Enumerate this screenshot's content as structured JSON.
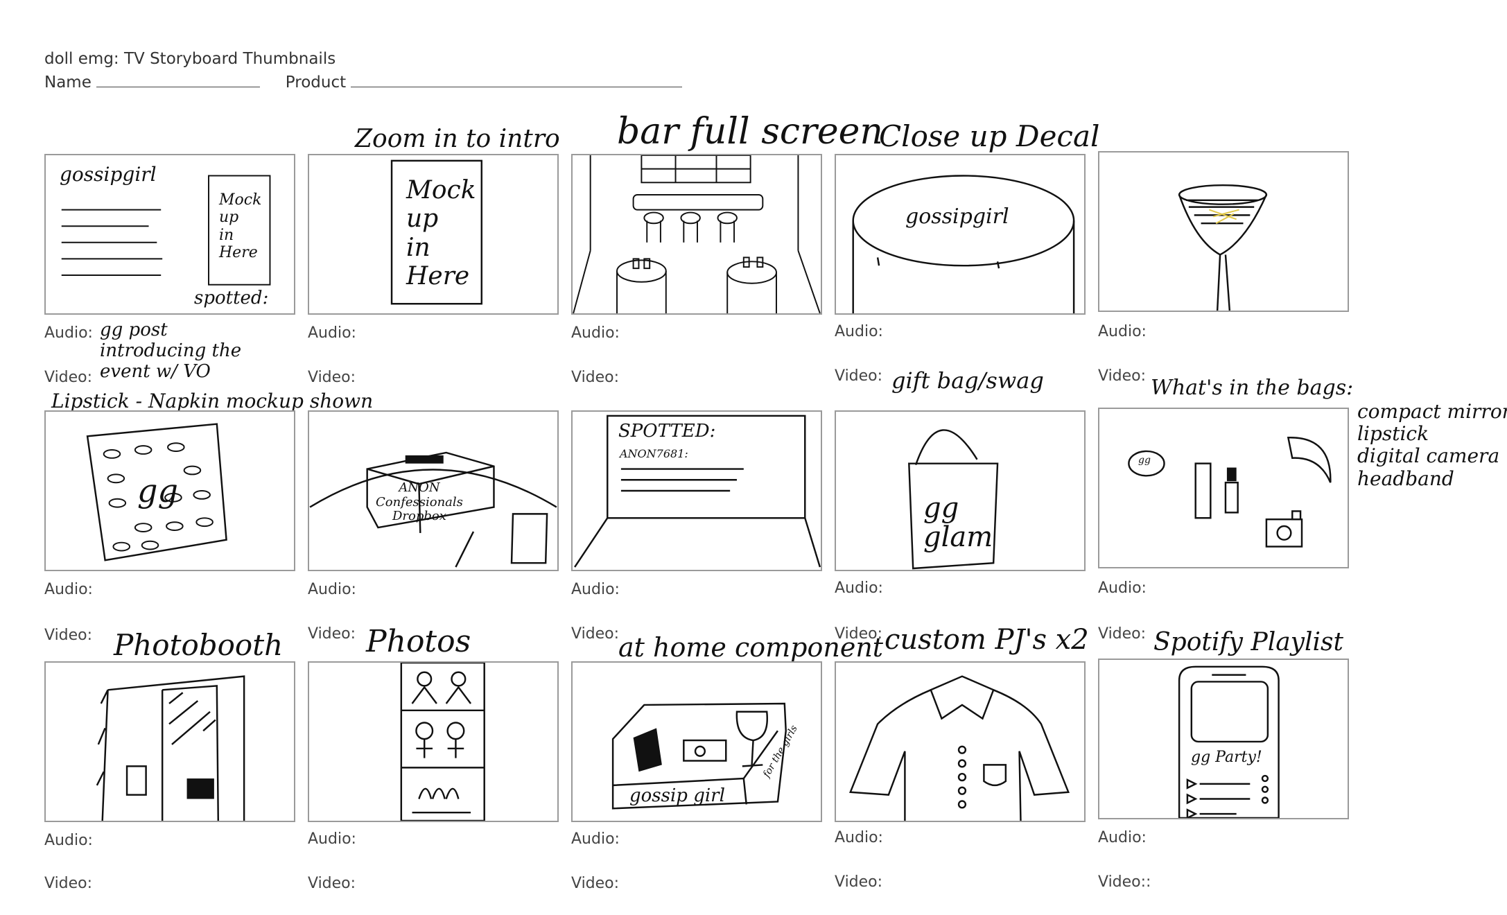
{
  "header": {
    "title": "doll emg: TV Storyboard Thumbnails",
    "name_label": "Name",
    "product_label": "Product"
  },
  "captions": {
    "f2": "Zoom in to intro",
    "f3": "bar full screen",
    "f4": "Close up Decal",
    "f6": "Lipstick - Napkin mockup shown",
    "f9": "gift bag/swag",
    "f10": "What's in the bags:",
    "f11": "Photobooth",
    "f12": "Photos",
    "f13": "at home component",
    "f14": "custom PJ's x2",
    "f15": "Spotify Playlist"
  },
  "notes": {
    "f1_audio": "gg post introducing the event w/ VO",
    "bag_items": [
      "compact mirror",
      "lipstick",
      "digital camera",
      "headband"
    ]
  },
  "labels": {
    "audio": "Audio:",
    "video": "Video:",
    "video_last": "Video::"
  },
  "sketch_text": {
    "f1_logo": "gossipgirl",
    "f1_mock": [
      "Mock",
      "up",
      "in",
      "Here"
    ],
    "f1_spotted": "spotted:",
    "f2_mock": [
      "Mock",
      "up",
      "in",
      "Here"
    ],
    "f4_decal": "gossipgirl",
    "f6_logo": "gg",
    "f7_box": [
      "ANON",
      "Confessionals",
      "Dropbox"
    ],
    "f8_screen_title": "SPOTTED:",
    "f8_screen_line": "ANON7681:",
    "f9_bag": [
      "gg",
      "glam"
    ],
    "f10_mirror": "gg",
    "f13_box": "gossip girl",
    "f13_side": "for the girls",
    "f15_screen": "gg Party!"
  }
}
